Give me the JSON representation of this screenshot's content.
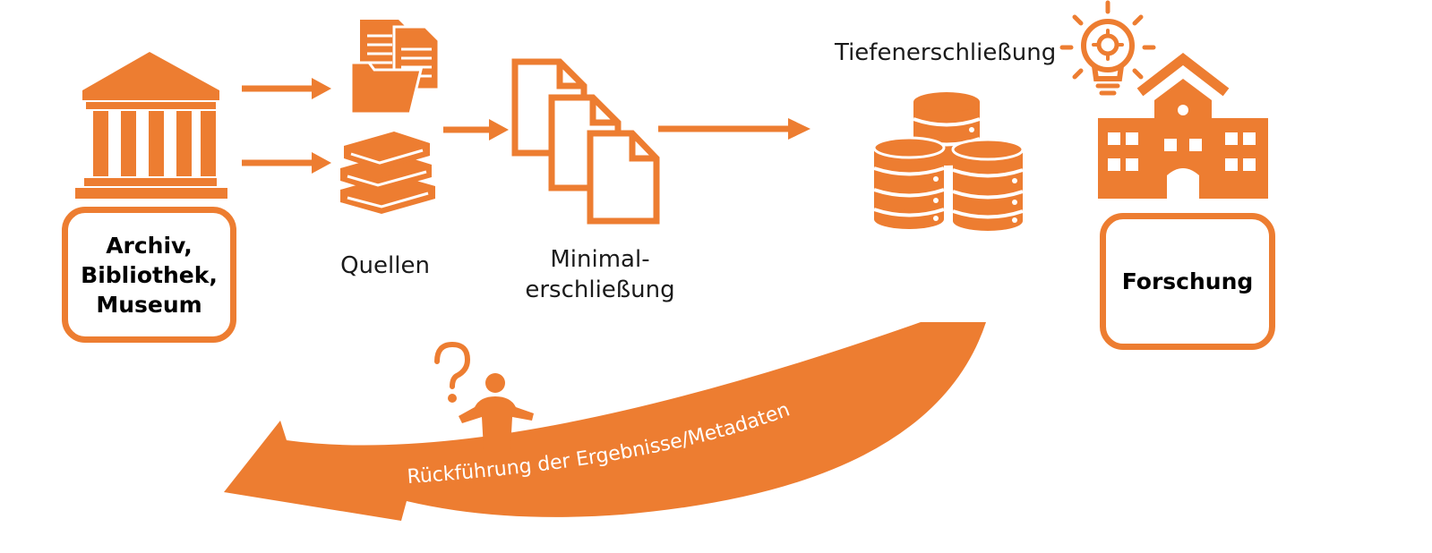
{
  "colors": {
    "accent": "#ED7D31",
    "text": "#1a1a1a",
    "background": "#ffffff"
  },
  "institution": {
    "lines": [
      "Archiv,",
      "Bibliothek,",
      "Museum"
    ],
    "icon": "museum-building-icon"
  },
  "sources": {
    "label": "Quellen",
    "icons": [
      "folder-documents-icon",
      "book-stack-icon"
    ]
  },
  "minimal": {
    "lines": [
      "Minimal-",
      "erschließung"
    ],
    "icon": "document-stack-icon"
  },
  "deep": {
    "label": "Tiefenerschließung",
    "icons": [
      "database-stack-icon",
      "lightbulb-gear-icon"
    ]
  },
  "research": {
    "label": "Forschung",
    "icon": "school-building-icon"
  },
  "feedback": {
    "label": "Rückführung der Ergebnisse/Metadaten",
    "icons": [
      "curved-return-arrow-icon",
      "person-question-icon"
    ]
  }
}
